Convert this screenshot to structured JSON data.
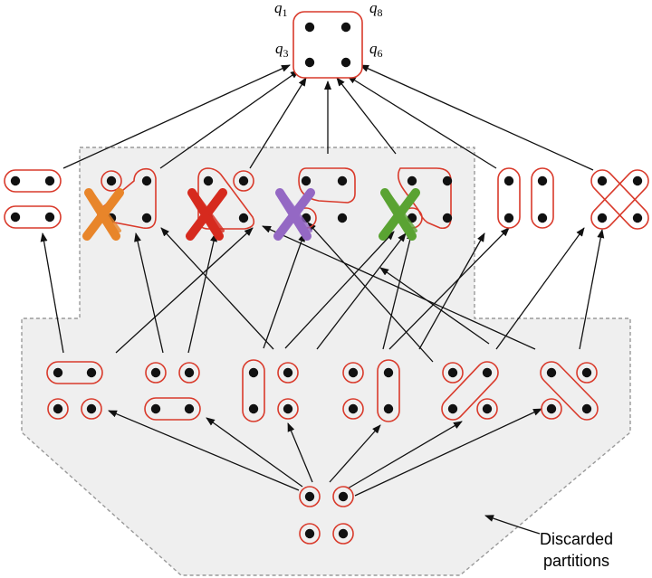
{
  "qubit_labels": {
    "top_left": {
      "base": "q",
      "sub": "1"
    },
    "top_right": {
      "base": "q",
      "sub": "8"
    },
    "bottom_left": {
      "base": "q",
      "sub": "3"
    },
    "bottom_right": {
      "base": "q",
      "sub": "6"
    }
  },
  "callout": {
    "line1": "Discarded",
    "line2": "partitions"
  },
  "colors": {
    "outline": "#d93a2b",
    "dot": "#111111",
    "arrow": "#111111",
    "region_fill": "#efefef",
    "region_border": "#9a9a9a",
    "cross_orange": "#e8852a",
    "cross_red": "#d62a1e",
    "cross_purple": "#9468c4",
    "cross_green": "#5aa332"
  },
  "nodes": {
    "root": "all-four-grouped",
    "middle": [
      "pairs-horizontal",
      "triple-top-left",
      "triple-bottom-left",
      "triple-top-right",
      "triple-bottom-right",
      "pairs-vertical",
      "pairs-diagonal"
    ],
    "lower": [
      "one-pair-top",
      "one-pair-bottom",
      "one-pair-left",
      "one-pair-right",
      "one-pair-diagonal",
      "one-pair-antidiagonal"
    ],
    "bottom": "all-singletons",
    "discarded": [
      "triple-top-left",
      "triple-bottom-left",
      "triple-top-right",
      "triple-bottom-right"
    ]
  }
}
